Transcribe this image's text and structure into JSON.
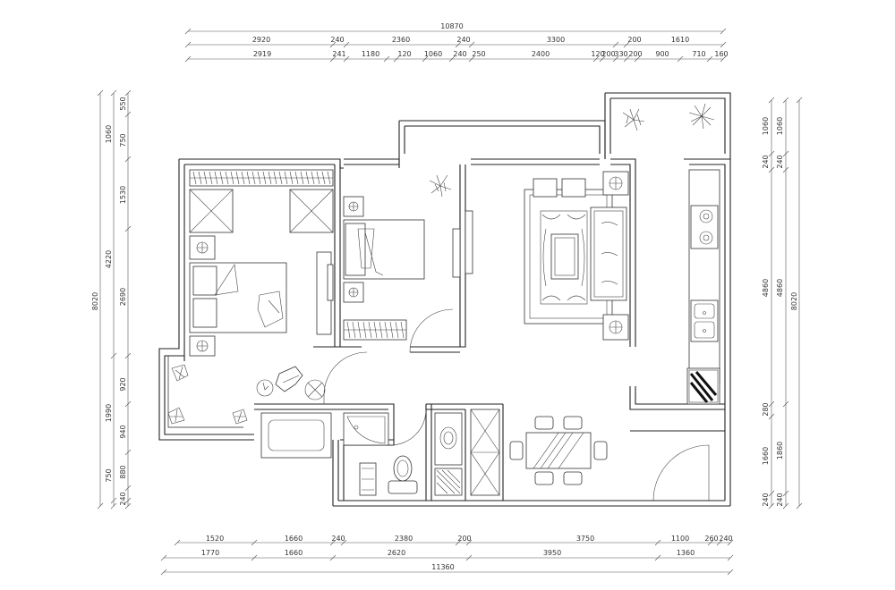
{
  "top_dimensions": {
    "overall": "10870",
    "row1": [
      "2920",
      "240",
      "2360",
      "240",
      "3300",
      "200",
      "1610"
    ],
    "row2": [
      "2919",
      "241",
      "1180",
      "120",
      "1060",
      "240",
      "250",
      "2400",
      "120",
      "200",
      "330",
      "200",
      "900",
      "710",
      "160"
    ]
  },
  "bottom_dimensions": {
    "overall": "11360",
    "row1": [
      "1520",
      "1660",
      "240",
      "2380",
      "200",
      "3750",
      "1100",
      "260",
      "240"
    ],
    "row2": [
      "1770",
      "1660",
      "2620",
      "3950",
      "1360"
    ]
  },
  "left_dimensions": {
    "overall": "8020",
    "middle": [
      "4220",
      "1990"
    ],
    "detail": [
      "550",
      "1060",
      "750",
      "1530",
      "2690",
      "920",
      "940",
      "880",
      "750",
      "240"
    ]
  },
  "right_dimensions": {
    "overall": "8020",
    "outer": [
      "1060",
      "240",
      "4860",
      "1860",
      "240"
    ],
    "inner": [
      "1060",
      "240",
      "4860",
      "280",
      "1660",
      "240"
    ]
  },
  "colors": {
    "line": "#222222",
    "background": "#ffffff",
    "text": "#333333"
  }
}
